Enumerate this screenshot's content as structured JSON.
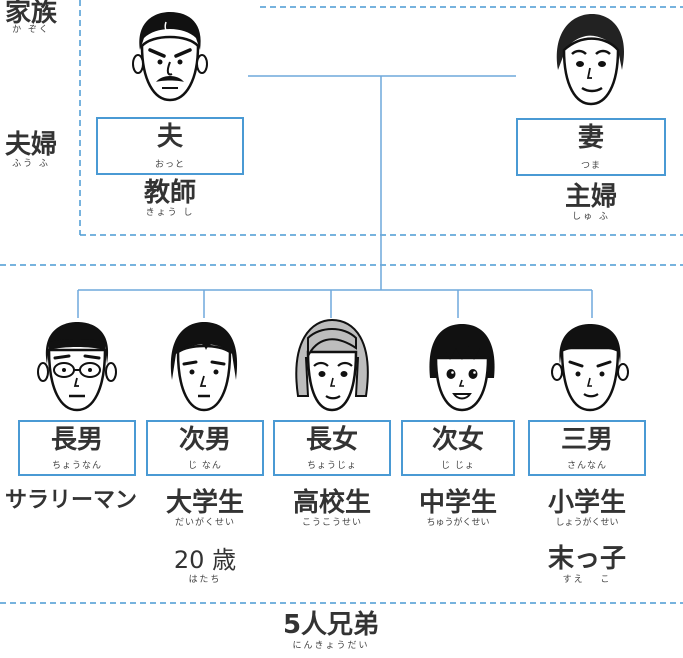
{
  "section_labels": {
    "family": {
      "kanji": "家族",
      "kana": "か ぞく"
    },
    "couple": {
      "kanji": "夫婦",
      "kana": "ふう ふ"
    },
    "siblings": {
      "kanji": "5人兄弟",
      "kana": "にんきょうだい"
    }
  },
  "parents": [
    {
      "role": "夫",
      "role_kana": "おっと",
      "job": "教師",
      "job_kana": "きょう し"
    },
    {
      "role": "妻",
      "role_kana": "つま",
      "job": "主婦",
      "job_kana": "しゅ ふ"
    }
  ],
  "children": [
    {
      "role": "長男",
      "role_kana": "ちょうなん",
      "desc": "サラリーマン"
    },
    {
      "role": "次男",
      "role_kana": "じ なん",
      "desc": "大学生",
      "desc_kana": "だいがくせい",
      "extra": "20 歳",
      "extra_kana": "はたち"
    },
    {
      "role": "長女",
      "role_kana": "ちょうじょ",
      "desc": "高校生",
      "desc_kana": "こうこうせい"
    },
    {
      "role": "次女",
      "role_kana": "じ じょ",
      "desc": "中学生",
      "desc_kana": "ちゅうがくせい"
    },
    {
      "role": "三男",
      "role_kana": "さんなん",
      "desc": "小学生",
      "desc_kana": "しょうがくせい",
      "extra": "末っ子",
      "extra_kana": "すえ　 こ"
    }
  ],
  "colors": {
    "box_border": "#4a9ad4",
    "dash": "#4a9ad4",
    "connector": "#6fa8dc"
  },
  "icons": [
    "father-face-icon",
    "mother-face-icon",
    "eldest-son-face-icon",
    "second-son-face-icon",
    "eldest-daughter-face-icon",
    "second-daughter-face-icon",
    "third-son-face-icon"
  ]
}
